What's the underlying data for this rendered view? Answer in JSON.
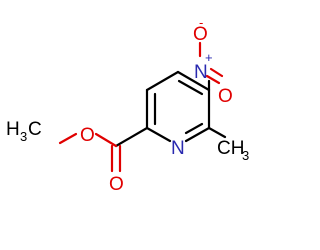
{
  "molecule": {
    "atoms": {
      "ring_n": "N",
      "nitro_n": "N",
      "nitro_n_charge": "+",
      "nitro_o_top": "O",
      "nitro_o_top_charge": "-",
      "nitro_o_right": "O",
      "ester_o_single": "O",
      "ester_o_double": "O",
      "methyl_ring_c": "CH",
      "methyl_ring_sub": "3",
      "methyl_ester_c": "H",
      "methyl_ester_sub": "3",
      "methyl_ester_c2": "C"
    }
  },
  "colors": {
    "carbon": "#000000",
    "nitrogen": "#2a2ab0",
    "oxygen": "#e00000"
  }
}
